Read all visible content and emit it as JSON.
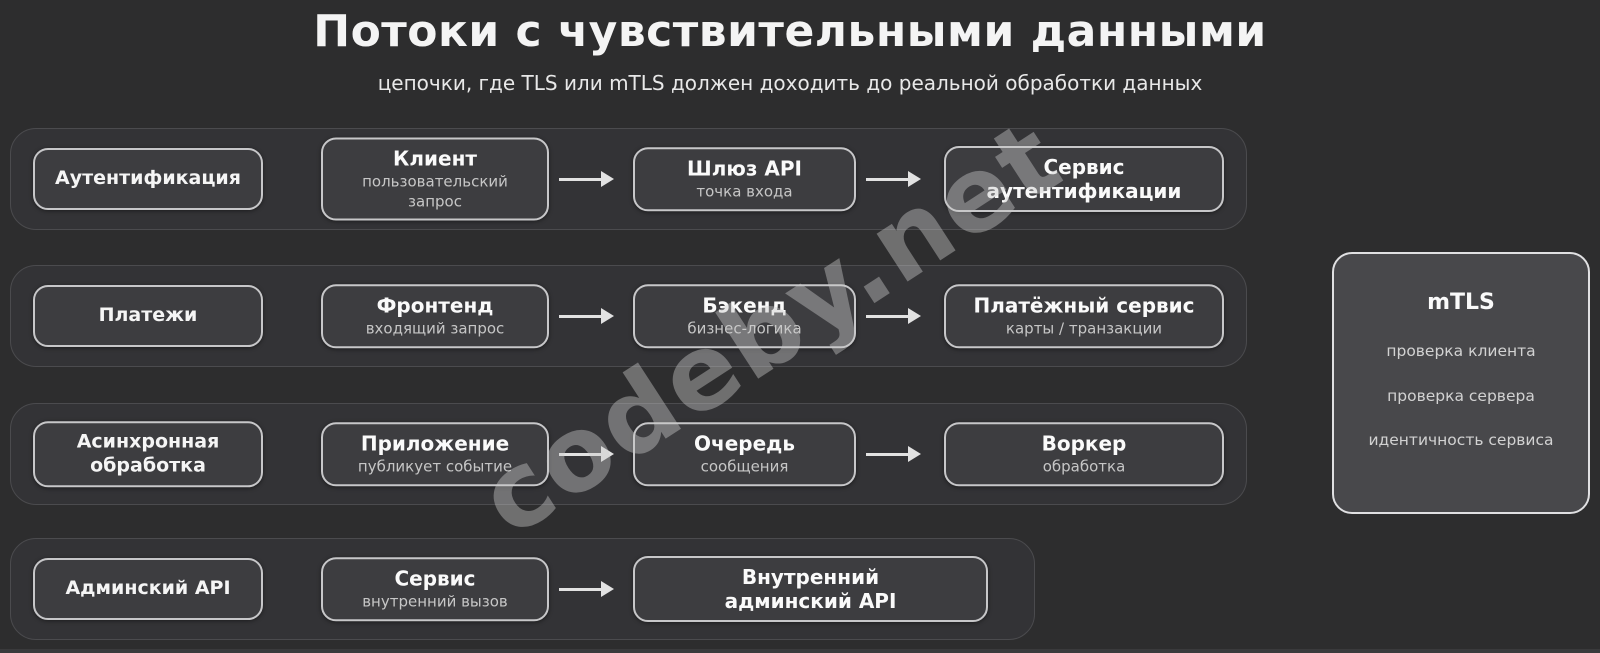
{
  "page": {
    "title": "Потоки с чувствительными данными",
    "subtitle": "цепочки, где TLS или mTLS должен доходить до реальной обработки данных",
    "watermark": "codeby.net"
  },
  "colors": {
    "background": "#2d2d2e",
    "row_fill": "#333336",
    "row_border": "#4b4b4e",
    "box_fill": "#3d3d40",
    "box_border": "#c7c7c9",
    "mtls_fill": "#48484b",
    "arrow": "#e2e2e2"
  },
  "flows": [
    {
      "label": "Аутентификация",
      "steps": [
        {
          "title": "Клиент",
          "subtitle": "пользовательский запрос"
        },
        {
          "title": "Шлюз API",
          "subtitle": "точка входа"
        },
        {
          "title": "Сервис\nаутентификации",
          "subtitle": ""
        }
      ]
    },
    {
      "label": "Платежи",
      "steps": [
        {
          "title": "Фронтенд",
          "subtitle": "входящий запрос"
        },
        {
          "title": "Бэкенд",
          "subtitle": "бизнес-логика"
        },
        {
          "title": "Платёжный сервис",
          "subtitle": "карты / транзакции"
        }
      ]
    },
    {
      "label": "Асинхронная\nобработка",
      "steps": [
        {
          "title": "Приложение",
          "subtitle": "публикует событие"
        },
        {
          "title": "Очередь",
          "subtitle": "сообщения"
        },
        {
          "title": "Воркер",
          "subtitle": "обработка"
        }
      ]
    },
    {
      "label": "Админский API",
      "steps": [
        {
          "title": "Сервис",
          "subtitle": "внутренний вызов"
        },
        {
          "title": "Внутренний\nадминский API",
          "subtitle": ""
        }
      ]
    }
  ],
  "sidebar": {
    "title": "mTLS",
    "items": [
      "проверка клиента",
      "проверка сервера",
      "идентичность сервиса"
    ]
  }
}
